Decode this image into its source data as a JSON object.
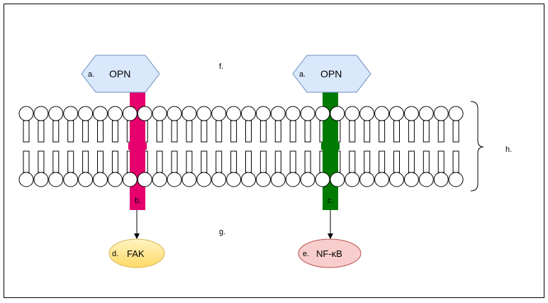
{
  "labels": {
    "a_left": "a.",
    "opn_left": "OPN",
    "a_right": "a.",
    "opn_right": "OPN",
    "b": "b.",
    "c": "c.",
    "d": "d.",
    "fak": "FAK",
    "e": "e.",
    "nfkb": "NF-κB",
    "f": "f.",
    "g": "g.",
    "h": "h."
  },
  "colors": {
    "opn_fill": "#dae8fc",
    "opn_stroke": "#6c8ebf",
    "receptor_left": "#e6006e",
    "receptor_right": "#007a00",
    "fak_fill": "#ffe88a",
    "fak_stroke": "#d6b656",
    "nfkb_fill": "#f8cecc",
    "nfkb_stroke": "#b85450",
    "membrane_stroke": "#000000"
  },
  "membrane": {
    "head_count": 30
  }
}
